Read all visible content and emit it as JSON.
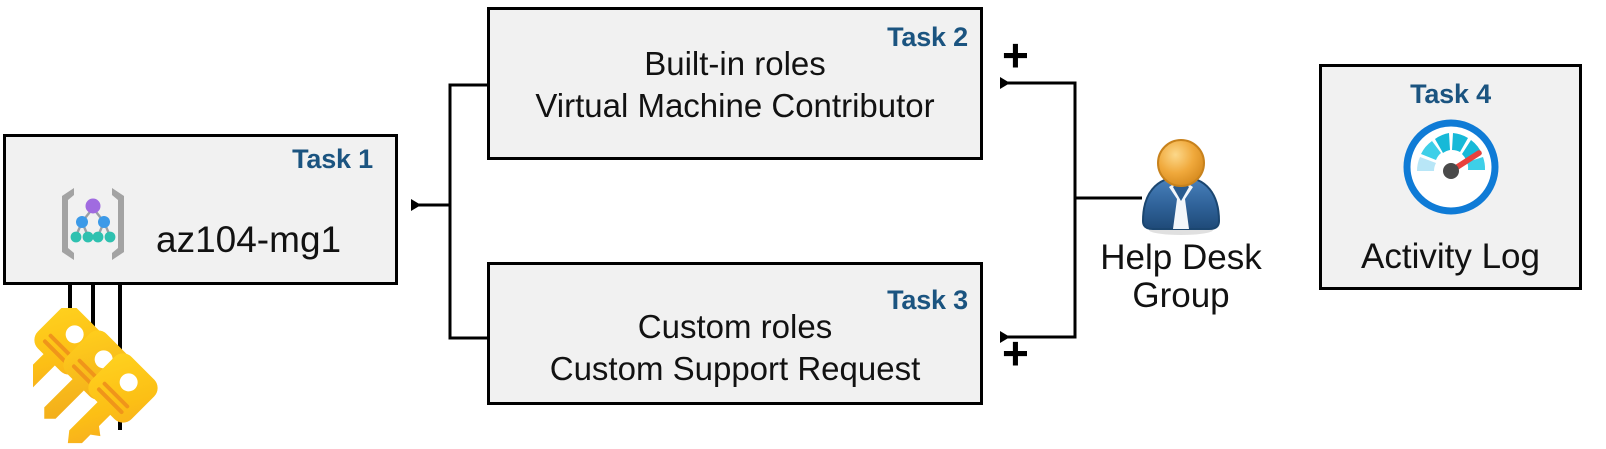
{
  "diagram": {
    "title": "Azure RBAC management group task diagram",
    "accent_color": "#1b5480",
    "box_fill": "#f1f1f1",
    "box_border": "#000000",
    "text_color": "#121212"
  },
  "task1": {
    "tag": "Task 1",
    "label": "az104-mg1",
    "icon": "management-group-icon"
  },
  "task2": {
    "tag": "Task 2",
    "line1": "Built-in roles",
    "line2": "Virtual Machine Contributor"
  },
  "task3": {
    "tag": "Task 3",
    "line1": "Custom roles",
    "line2": "Custom Support Request"
  },
  "task4": {
    "tag": "Task 4",
    "label": "Activity Log",
    "icon": "activity-log-gauge-icon"
  },
  "helpdesk": {
    "label": "Help Desk\nGroup",
    "icon": "user-group-icon"
  },
  "operators": {
    "plus_top": "+",
    "plus_bottom": "+"
  },
  "keys": {
    "icon": "keys-icon",
    "count": 3
  },
  "connectors": [
    {
      "name": "helpdesk-to-task2",
      "from": "Help Desk Group",
      "to": "Task 2",
      "arrow": "left"
    },
    {
      "name": "helpdesk-to-task3",
      "from": "Help Desk Group",
      "to": "Task 3",
      "arrow": "left"
    },
    {
      "name": "roles-to-task1",
      "from": "Task 2 and Task 3",
      "to": "Task 1",
      "arrow": "left"
    },
    {
      "name": "keys-to-task1",
      "from": "Keys",
      "to": "Task 1",
      "arrow": "up",
      "count": 3
    }
  ]
}
